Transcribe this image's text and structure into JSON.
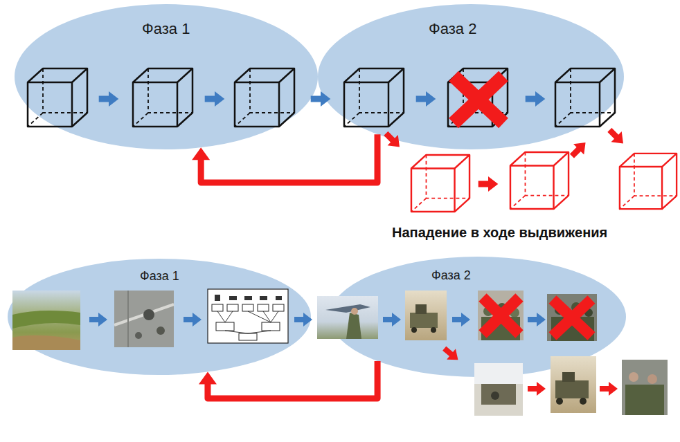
{
  "diagram": {
    "nodes": [
      {
        "text": [
          "Фаза 1"
        ]
      },
      {
        "text": [
          "Фаза 2"
        ]
      },
      {
        "text": [
          "Фаза 1"
        ]
      },
      {
        "text": [
          "Фаза 2"
        ]
      }
    ],
    "edges": [
      {
        "from": 1,
        "to": 0,
        "arrow": "to"
      },
      {
        "from": 3,
        "to": 2,
        "arrow": "to"
      }
    ],
    "labels": [
      "Нападение в ходе выдвижения"
    ]
  }
}
